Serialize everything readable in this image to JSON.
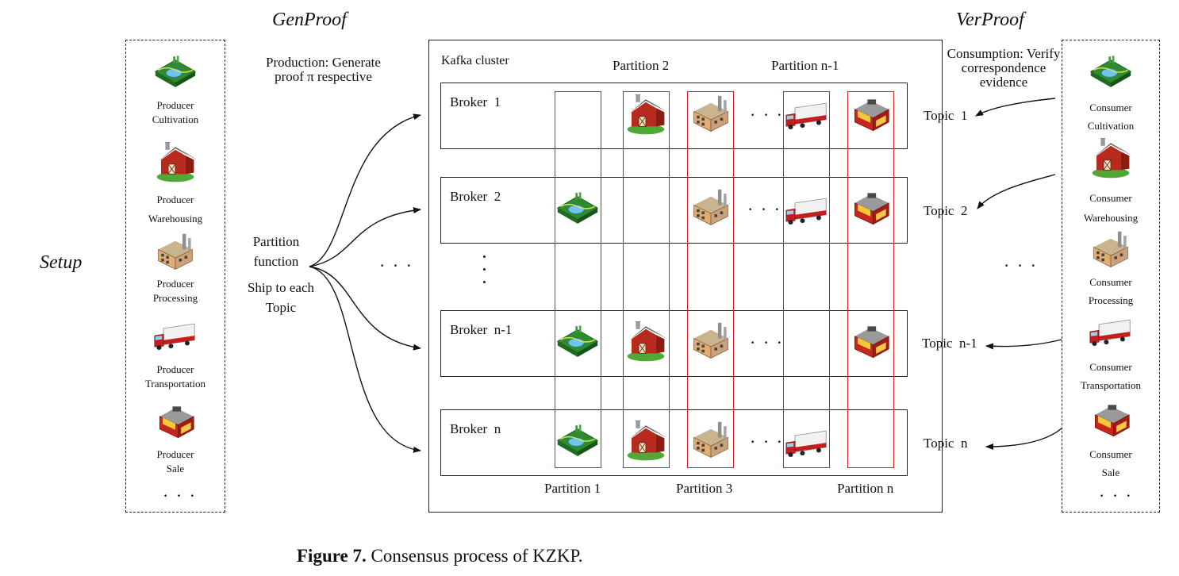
{
  "headings": {
    "setup": "Setup",
    "genproof": "GenProof",
    "verproof": "VerProof"
  },
  "production_note": [
    "Production: Generate",
    "proof π respective"
  ],
  "consumption_note": [
    "Consumption: Verify",
    "correspondence",
    "evidence"
  ],
  "partition_function": [
    "Partition",
    "function"
  ],
  "ship_note": [
    "Ship to each",
    "Topic"
  ],
  "ellipsis": "· · ·",
  "cluster_label": "Kafka cluster",
  "producers": [
    {
      "icon": "cultivation-icon",
      "line1": "Producer",
      "line2": "Cultivation"
    },
    {
      "icon": "warehouse-icon",
      "line1": "Producer",
      "line2": "Warehousing"
    },
    {
      "icon": "factory-icon",
      "line1": "Producer",
      "line2": "Processing"
    },
    {
      "icon": "truck-icon",
      "line1": "Producer",
      "line2": "Transportation"
    },
    {
      "icon": "store-icon",
      "line1": "Producer",
      "line2": "Sale"
    }
  ],
  "consumers": [
    {
      "icon": "cultivation-icon",
      "line1": "Consumer",
      "line2": "Cultivation"
    },
    {
      "icon": "warehouse-icon",
      "line1": "Consumer",
      "line2": "Warehousing"
    },
    {
      "icon": "factory-icon",
      "line1": "Consumer",
      "line2": "Processing"
    },
    {
      "icon": "truck-icon",
      "line1": "Consumer",
      "line2": "Transportation"
    },
    {
      "icon": "store-icon",
      "line1": "Consumer",
      "line2": "Sale"
    }
  ],
  "brokers": [
    "Broker  1",
    "Broker  2",
    "Broker  n-1",
    "Broker  n"
  ],
  "topics": [
    "Topic  1",
    "Topic  2",
    "Topic  n-1",
    "Topic  n"
  ],
  "partitions_top": [
    "Partition 2",
    "Partition n-1"
  ],
  "partitions_bottom": [
    "Partition 1",
    "Partition 3",
    "Partition n"
  ],
  "caption": {
    "label": "Figure 7.",
    "text": " Consensus process of KZKP."
  }
}
